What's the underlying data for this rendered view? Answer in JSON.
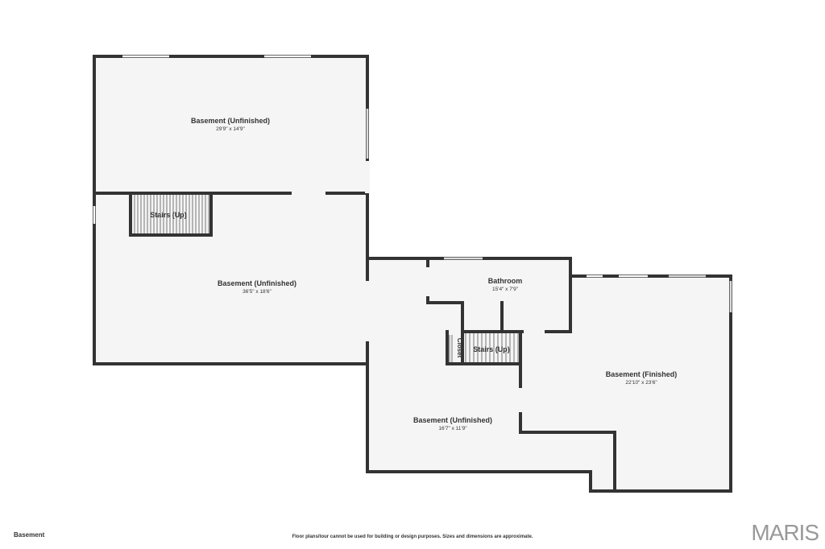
{
  "rooms": [
    {
      "name": "Basement (Unfinished)",
      "dims": "29'9\" x 14'9\""
    },
    {
      "name": "Stairs (Up)",
      "dims": ""
    },
    {
      "name": "Basement (Unfinished)",
      "dims": "36'5\" x 18'6\""
    },
    {
      "name": "Bathroom",
      "dims": "15'4\" x 7'9\""
    },
    {
      "name": "Closet",
      "dims": ""
    },
    {
      "name": "Stairs (Up)",
      "dims": ""
    },
    {
      "name": "Basement (Finished)",
      "dims": "22'10\" x 23'6\""
    },
    {
      "name": "Basement (Unfinished)",
      "dims": "16'7\" x 11'9\""
    }
  ],
  "footer": {
    "level_label": "Basement",
    "disclaimer": "Floor plans/tour cannot be used for building or design purposes. Sizes and dimensions are approximate.",
    "logo_text": "MARIS"
  },
  "colors": {
    "wall": "#333333",
    "floor": "#f5f5f5",
    "logo": "#999999"
  }
}
